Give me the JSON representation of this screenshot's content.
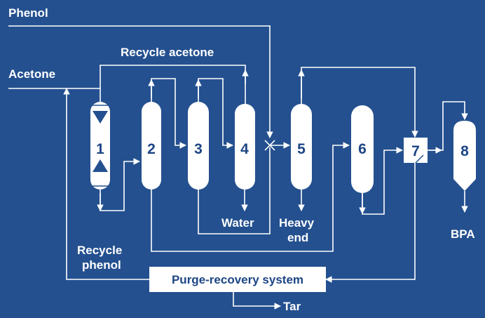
{
  "labels": {
    "phenol": "Phenol",
    "acetone": "Acetone",
    "recycle_acetone": "Recycle acetone",
    "water": "Water",
    "heavy_end_line1": "Heavy",
    "heavy_end_line2": "end",
    "recycle_phenol_line1": "Recycle",
    "recycle_phenol_line2": "phenol",
    "purge_recovery": "Purge-recovery system",
    "tar": "Tar",
    "bpa": "BPA"
  },
  "units": [
    "1",
    "2",
    "3",
    "4",
    "5",
    "6",
    "7",
    "8"
  ],
  "colors": {
    "background": "#24508f",
    "line": "#ffffff",
    "unit_text": "#1d4585"
  }
}
